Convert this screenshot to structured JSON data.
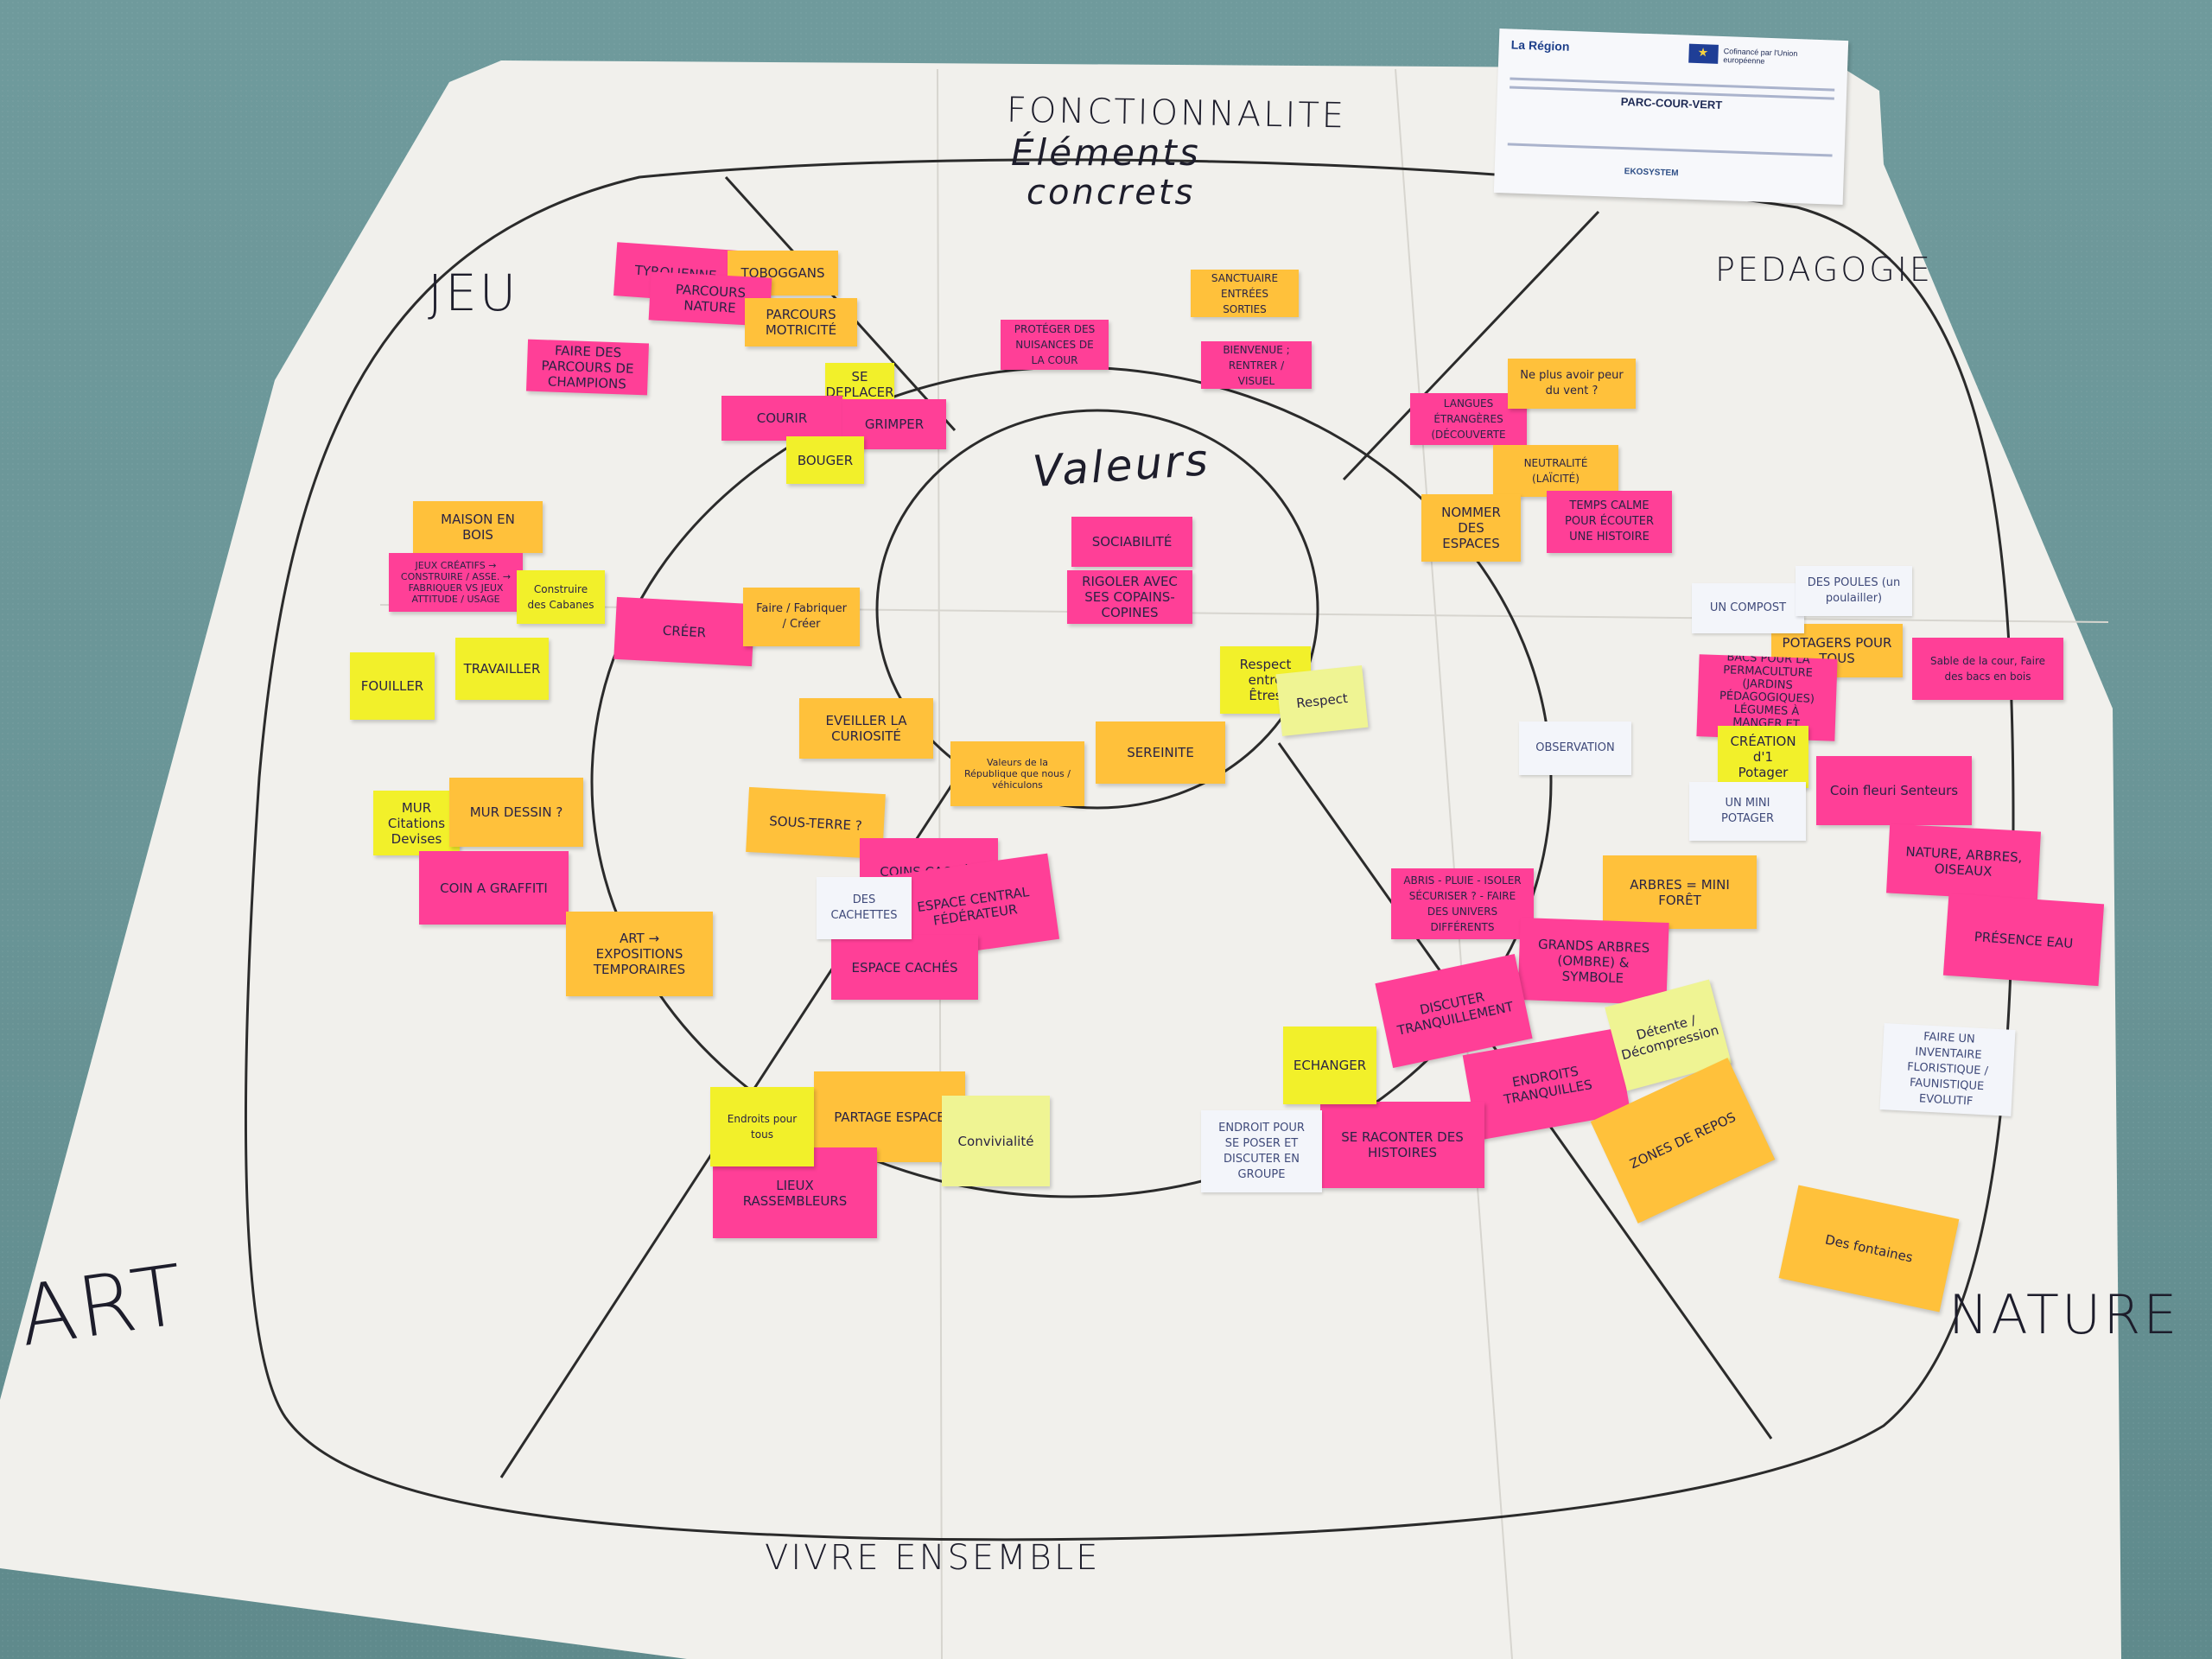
{
  "headings": {
    "fonctionnalite": "FONCTIONNALITE",
    "elements": "Éléments",
    "concrets": "concrets",
    "valeurs": "Valeurs",
    "jeu": "JEU",
    "pedagogie": "PEDAGOGIE",
    "art": "ART",
    "nature": "NATURE",
    "vivre_ensemble": "VIVRE ENSEMBLE"
  },
  "poster": {
    "logo": "La Région",
    "eu_text": "Cofinancé par l'Union européenne",
    "title": "PARC-COUR-VERT",
    "partner": "EKOSYSTEM"
  },
  "notes": [
    {
      "id": "tyrolienne",
      "text": "TYROLIENNE",
      "color": "#ff3f97"
    },
    {
      "id": "toboggans",
      "text": "TOBOGGANS",
      "color": "#ffc13b"
    },
    {
      "id": "parcours-nature",
      "text": "PARCOURS NATURE",
      "color": "#ff3f97"
    },
    {
      "id": "parcours-motricite",
      "text": "PARCOURS MOTRICITÉ",
      "color": "#ffc13b"
    },
    {
      "id": "parcours-champions",
      "text": "FAIRE DES PARCOURS DE CHAMPIONS",
      "color": "#ff3f97"
    },
    {
      "id": "se-deplacer",
      "text": "SE DEPLACER",
      "color": "#f2f02a"
    },
    {
      "id": "courir",
      "text": "COURIR",
      "color": "#ff3f97"
    },
    {
      "id": "grimper",
      "text": "GRIMPER",
      "color": "#ff3f97"
    },
    {
      "id": "bouger",
      "text": "BOUGER",
      "color": "#f2f02a"
    },
    {
      "id": "maison-en-bois",
      "text": "MAISON EN BOIS",
      "color": "#ffc13b"
    },
    {
      "id": "jeux-creatifs",
      "text": "JEUX CRÉATIFS → CONSTRUIRE / ASSE. → FABRIQUER VS JEUX ATTITUDE / USAGE",
      "color": "#ff3f97"
    },
    {
      "id": "construire-cabanes",
      "text": "Construire des Cabanes",
      "color": "#f2f02a"
    },
    {
      "id": "creer",
      "text": "CRÉER",
      "color": "#ff3f97"
    },
    {
      "id": "faire-fabriquer",
      "text": "Faire / Fabriquer / Créer",
      "color": "#ffc13b"
    },
    {
      "id": "fouiller",
      "text": "FOUILLER",
      "color": "#f2f02a"
    },
    {
      "id": "travailler",
      "text": "TRAVAILLER",
      "color": "#f2f02a"
    },
    {
      "id": "eveiller",
      "text": "EVEILLER LA CURIOSITÉ",
      "color": "#ffc13b"
    },
    {
      "id": "sous-terre",
      "text": "SOUS-TERRE ?",
      "color": "#ffc13b"
    },
    {
      "id": "mur-citations",
      "text": "MUR Citations Devises",
      "color": "#f2f02a"
    },
    {
      "id": "mur-dessin",
      "text": "MUR DESSIN ?",
      "color": "#ffc13b"
    },
    {
      "id": "coin-graffiti",
      "text": "COIN A GRAFFITI",
      "color": "#ff3f97"
    },
    {
      "id": "art-expositions",
      "text": "ART → EXPOSITIONS TEMPORAIRES",
      "color": "#ffc13b"
    },
    {
      "id": "sociabilite",
      "text": "SOCIABILITÉ",
      "color": "#ff3f97"
    },
    {
      "id": "rigoler",
      "text": "RIGOLER AVEC SES COPAINS-COPINES",
      "color": "#ff3f97"
    },
    {
      "id": "respect",
      "text": "Respect entre Êtres",
      "color": "#f2f02a"
    },
    {
      "id": "respect-2",
      "text": "Respect",
      "color": "#eff493"
    },
    {
      "id": "valeurs-note",
      "text": "Valeurs de la République que nous / véhiculons",
      "color": "#ffc13b"
    },
    {
      "id": "serenite",
      "text": "SEREINITE",
      "color": "#ffc13b"
    },
    {
      "id": "proteger",
      "text": "PROTÉGER DES NUISANCES DE LA COUR",
      "color": "#ff3f97"
    },
    {
      "id": "sanctuaire",
      "text": "SANCTUAIRE ENTRÉES SORTIES",
      "color": "#ffc13b"
    },
    {
      "id": "bienvenue",
      "text": "BIENVENUE ; RENTRER / VISUEL",
      "color": "#ff3f97"
    },
    {
      "id": "coin-des-langues",
      "text": "COIN DES LANGUES ÉTRANGÈRES (DÉCOUVERTE DE)",
      "color": "#ff3f97"
    },
    {
      "id": "neutralite",
      "text": "NEUTRALITÉ (LAÏCITÉ)",
      "color": "#ffc13b"
    },
    {
      "id": "nommer-espaces",
      "text": "NOMMER DES ESPACES",
      "color": "#ffc13b"
    },
    {
      "id": "temps-calme",
      "text": "TEMPS CALME POUR ÉCOUTER UNE HISTOIRE",
      "color": "#ff3f97"
    },
    {
      "id": "ne-plus-avoir",
      "text": "Ne plus avoir peur du vent ?",
      "color": "#ffc13b"
    },
    {
      "id": "potagers",
      "text": "POTAGERS POUR TOUS",
      "color": "#ffc13b"
    },
    {
      "id": "bacs",
      "text": "BACS POUR LA PERMACULTURE (JARDINS PÉDAGOGIQUES) LÉGUMES À MANGER ET CUISINER",
      "color": "#ff3f97"
    },
    {
      "id": "creation-potager",
      "text": "CRÉATION d'1 Potager",
      "color": "#f2f02a"
    },
    {
      "id": "sable-terre",
      "text": "Sable de la cour, Faire des bacs en bois",
      "color": "#ff3f97"
    },
    {
      "id": "coin-fleuri",
      "text": "Coin fleuri Senteurs",
      "color": "#ff3f97"
    },
    {
      "id": "nature-arbres",
      "text": "NATURE, ARBRES, OISEAUX",
      "color": "#ff3f97"
    },
    {
      "id": "presence-eau",
      "text": "PRÉSENCE EAU",
      "color": "#ff3f97"
    },
    {
      "id": "abris",
      "text": "ABRIS - PLUIE - ISOLER SÉCURISER ? - FAIRE DES UNIVERS DIFFÉRENTS",
      "color": "#ff3f97"
    },
    {
      "id": "arbres",
      "text": "ARBRES = MINI FORÊT",
      "color": "#ffc13b"
    },
    {
      "id": "grands-arbres",
      "text": "GRANDS ARBRES (OMBRE) & SYMBOLE",
      "color": "#ff3f97"
    },
    {
      "id": "discuter",
      "text": "DISCUTER TRANQUILLEMENT",
      "color": "#ff3f97"
    },
    {
      "id": "endroits-tranquilles",
      "text": "ENDROITS TRANQUILLES",
      "color": "#ff3f97"
    },
    {
      "id": "se-raconter",
      "text": "SE RACONTER DES HISTOIRES",
      "color": "#ff3f97"
    },
    {
      "id": "echanger",
      "text": "ECHANGER",
      "color": "#f2f02a"
    },
    {
      "id": "detente",
      "text": "Détente / Décompression",
      "color": "#eff493"
    },
    {
      "id": "zones-repos",
      "text": "ZONES DE REPOS",
      "color": "#ffc13b"
    },
    {
      "id": "des-fontaines",
      "text": "Des fontaines",
      "color": "#ffc13b"
    },
    {
      "id": "partage-espace",
      "text": "PARTAGE ESPACE",
      "color": "#ffc13b"
    },
    {
      "id": "convivialite",
      "text": "Convivialité",
      "color": "#eff493"
    },
    {
      "id": "lieux-rassembleurs",
      "text": "LIEUX RASSEMBLEURS",
      "color": "#ff3f97"
    },
    {
      "id": "endroits-pour-tous",
      "text": "Endroits pour tous",
      "color": "#f2f02a"
    },
    {
      "id": "coins-caches",
      "text": "COINS CACHÉS",
      "color": "#ff3f97"
    },
    {
      "id": "espace-central",
      "text": "ESPACE CENTRAL FÉDÉRATEUR",
      "color": "#ff3f97"
    },
    {
      "id": "espace-caches",
      "text": "ESPACE CACHÉS",
      "color": "#ff3f97"
    }
  ],
  "cards": [
    {
      "id": "un-compost",
      "text": "UN COMPOST"
    },
    {
      "id": "des-poules",
      "text": "DES POULES (un poulailler)"
    },
    {
      "id": "observation",
      "text": "OBSERVATION"
    },
    {
      "id": "mini-potager",
      "text": "UN MINI POTAGER"
    },
    {
      "id": "inventaire",
      "text": "FAIRE UN INVENTAIRE FLORISTIQUE / FAUNISTIQUE EVOLUTIF"
    },
    {
      "id": "des-cachettes",
      "text": "DES CACHETTES"
    },
    {
      "id": "endroit-pour-se-poser",
      "text": "ENDROIT POUR SE POSER ET DISCUTER EN GROUPE"
    }
  ]
}
